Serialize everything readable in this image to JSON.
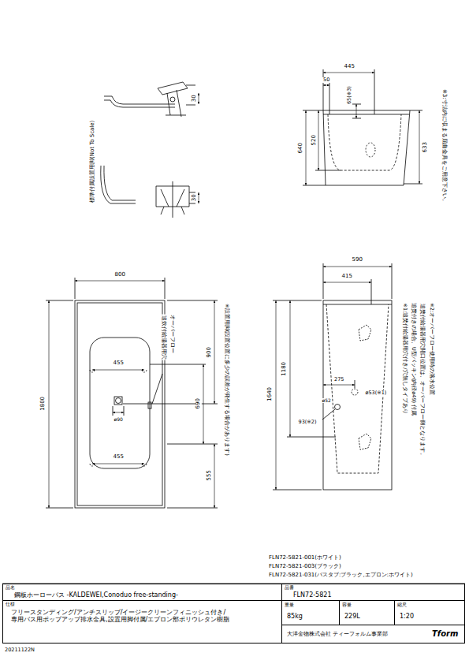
{
  "diagram": {
    "nodes": [
      {
        "text": [
          "品名",
          "鋼板ホーローバス -KALDEWEI,Conoduo free-standing-"
        ]
      },
      {
        "text": [
          "品番",
          "FLN72-5821"
        ]
      },
      {
        "text": [
          "仕様",
          "フリースタンディング/アンチスリップ/イージークリーンフィニッシュ付き/ 専用バス用ポップアップ排水金具,設置用脚付属/エプロン部ポリウレタン樹脂"
        ]
      },
      {
        "text": [
          "重量",
          "85kg"
        ]
      },
      {
        "text": [
          "容量",
          "229L"
        ]
      },
      {
        "text": [
          "縮尺",
          "1:20"
        ]
      },
      {
        "text": [
          "大洋金物株式会社 ティーフォルム事業部",
          "Tform"
        ]
      }
    ],
    "labels": [
      "標準付属設置用脚(Not To Scale)",
      "30",
      "30",
      "445",
      "50",
      "65(※3)",
      "640",
      "520",
      "633",
      "※3:寸法内に収まる屈曲金具をご用意下さい。",
      "800",
      "1800",
      "455",
      "455",
      "ø90",
      "追炊付給湯器用穴",
      "オーバーフロー",
      "900",
      "690",
      "555",
      "※設置用脚(設置位置に多少の誤差が発生する場合があります)",
      "590",
      "415",
      "275",
      "ø53(※1)",
      "ø52",
      "93(※2)",
      "1640",
      "1180",
      "※1:追焚付給湯器用穴付き/穴無しタイプあり",
      "追焚付きの場合、U型パッキン(内径ø49) 付属",
      "追焚付給湯器用穴開口位置は、オーバーフロー側となります。",
      "※2:オーバーフロー使用時の落水位置",
      "FLN72-5821-001(ホワイト)",
      "FLN72-5821-003(ブラック)",
      "FLN72-5821-031(バスタブ:ブラック,エプロン:ホワイト)",
      "20211122N"
    ]
  }
}
